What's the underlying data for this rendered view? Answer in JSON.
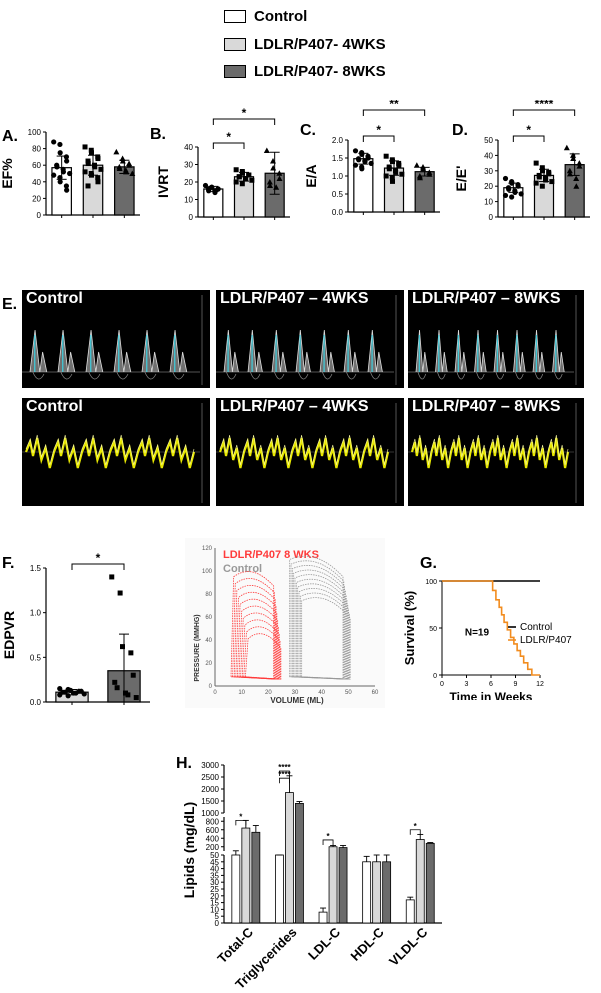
{
  "legend": [
    {
      "label": "Control",
      "color": "#ffffff"
    },
    {
      "label": "LDLR/P407- 4WKS",
      "color": "#d9d9d9"
    },
    {
      "label": "LDLR/P407- 8WKS",
      "color": "#6b6b6b"
    }
  ],
  "colors": {
    "control": "#ffffff",
    "wk4": "#d9d9d9",
    "wk8": "#6b6b6b",
    "pv_red": "#ff3b3b",
    "pv_gray": "#999999",
    "surv_ctrl": "#000000",
    "surv_ldlr": "#f28c1e",
    "echo_yellow": "#e8e800",
    "echo_cyan": "#3fd0e0"
  },
  "panel_letters": {
    "A": "A.",
    "B": "B.",
    "C": "C.",
    "D": "D.",
    "E": "E.",
    "F": "F.",
    "G": "G.",
    "H": "H."
  },
  "echo": {
    "titles_top": [
      "Control",
      "LDLR/P407 – 4WKS",
      "LDLR/P407 – 8WKS"
    ],
    "titles_bottom": [
      "Control",
      "LDLR/P407 – 4WKS",
      "LDLR/P407 – 8WKS"
    ]
  },
  "pv_loop": {
    "legend": [
      "LDLR/P407 8 WKS",
      "Control"
    ],
    "ylabel": "PRESSURE (MMHG)",
    "xlabel": "VOLUME (ML)",
    "yticks": [
      "0",
      "20",
      "40",
      "60",
      "80",
      "100",
      "120"
    ],
    "xticks": [
      "0",
      "10",
      "20",
      "30",
      "40",
      "50",
      "60"
    ]
  },
  "chart_data": [
    {
      "id": "A",
      "type": "bar",
      "ylabel": "EF%",
      "ylim": [
        0,
        100
      ],
      "yticks": [
        "0",
        "20",
        "40",
        "60",
        "80",
        "100"
      ],
      "categories": [
        "Control",
        "LDLR/P407- 4WKS",
        "LDLR/P407- 8WKS"
      ],
      "values": [
        57,
        60,
        58
      ],
      "errors": [
        14,
        12,
        8
      ],
      "points": [
        [
          88,
          85,
          75,
          70,
          65,
          60,
          58,
          55,
          52,
          50,
          48,
          45,
          40,
          35,
          30
        ],
        [
          82,
          78,
          75,
          70,
          68,
          65,
          62,
          60,
          58,
          55,
          52,
          50,
          48,
          45,
          40,
          35
        ],
        [
          76,
          68,
          65,
          62,
          60,
          58,
          56,
          54,
          52,
          50
        ]
      ],
      "markers": [
        "circle",
        "square",
        "triangle"
      ],
      "significance": []
    },
    {
      "id": "B",
      "type": "bar",
      "ylabel": "IVRT",
      "ylim": [
        0,
        40
      ],
      "yticks": [
        "0",
        "10",
        "20",
        "30",
        "40"
      ],
      "categories": [
        "Control",
        "LDLR/P407- 4WKS",
        "LDLR/P407- 8WKS"
      ],
      "values": [
        16,
        23,
        25
      ],
      "errors": [
        1.5,
        2.5,
        12
      ],
      "points": [
        [
          18,
          17,
          17,
          16,
          16,
          16,
          15,
          15,
          14
        ],
        [
          27,
          26,
          25,
          24,
          24,
          23,
          23,
          22,
          22,
          21,
          20,
          19
        ],
        [
          38,
          32,
          28,
          25,
          22,
          20,
          18,
          17
        ]
      ],
      "markers": [
        "circle",
        "square",
        "triangle"
      ],
      "significance": [
        {
          "from": 0,
          "to": 1,
          "label": "*"
        },
        {
          "from": 0,
          "to": 2,
          "label": "*"
        }
      ]
    },
    {
      "id": "C",
      "type": "bar",
      "ylabel": "E/A",
      "ylim": [
        0,
        2.0
      ],
      "yticks": [
        "0.0",
        "0.5",
        "1.0",
        "1.5",
        "2.0"
      ],
      "categories": [
        "Control",
        "LDLR/P407- 4WKS",
        "LDLR/P407- 8WKS"
      ],
      "values": [
        1.48,
        1.22,
        1.12
      ],
      "errors": [
        0.15,
        0.2,
        0.12
      ],
      "points": [
        [
          1.7,
          1.65,
          1.6,
          1.55,
          1.5,
          1.48,
          1.45,
          1.42,
          1.4,
          1.35,
          1.3,
          1.25,
          1.2
        ],
        [
          1.55,
          1.45,
          1.4,
          1.35,
          1.3,
          1.25,
          1.2,
          1.15,
          1.1,
          1.05,
          1.0,
          0.95,
          0.85
        ],
        [
          1.3,
          1.25,
          1.2,
          1.1,
          1.05,
          1.0,
          0.95
        ]
      ],
      "markers": [
        "circle",
        "square",
        "triangle"
      ],
      "significance": [
        {
          "from": 0,
          "to": 1,
          "label": "*"
        },
        {
          "from": 0,
          "to": 2,
          "label": "**"
        }
      ]
    },
    {
      "id": "D",
      "type": "bar",
      "ylabel": "E/E'",
      "ylim": [
        0,
        50
      ],
      "yticks": [
        "0",
        "10",
        "20",
        "30",
        "40",
        "50"
      ],
      "categories": [
        "Control",
        "LDLR/P407- 4WKS",
        "LDLR/P407- 8WKS"
      ],
      "values": [
        19,
        27,
        34
      ],
      "errors": [
        3,
        4,
        7
      ],
      "points": [
        [
          25,
          23,
          22,
          21,
          20,
          19,
          18,
          17,
          16,
          15,
          14,
          13
        ],
        [
          35,
          32,
          30,
          29,
          28,
          27,
          26,
          25,
          24,
          23,
          22,
          20
        ],
        [
          45,
          40,
          38,
          35,
          33,
          30,
          28,
          25,
          20
        ]
      ],
      "markers": [
        "circle",
        "square",
        "triangle"
      ],
      "significance": [
        {
          "from": 0,
          "to": 1,
          "label": "*"
        },
        {
          "from": 0,
          "to": 2,
          "label": "****"
        }
      ]
    },
    {
      "id": "F",
      "type": "bar",
      "ylabel": "EDPVR",
      "ylim": [
        0,
        1.5
      ],
      "yticks": [
        "0.0",
        "0.5",
        "1.0",
        "1.5"
      ],
      "categories": [
        "Control",
        "LDLR/P407"
      ],
      "values": [
        0.11,
        0.35
      ],
      "errors": [
        0.03,
        0.41
      ],
      "points": [
        [
          0.15,
          0.14,
          0.13,
          0.12,
          0.12,
          0.11,
          0.11,
          0.1,
          0.1,
          0.09,
          0.08,
          0.07
        ],
        [
          1.4,
          1.22,
          0.62,
          0.55,
          0.3,
          0.22,
          0.16,
          0.1,
          0.08,
          0.05
        ]
      ],
      "markers": [
        "circle",
        "square"
      ],
      "significance": [
        {
          "from": 0,
          "to": 1,
          "label": "*"
        }
      ]
    },
    {
      "id": "G",
      "type": "line",
      "ylabel": "Survival (%)",
      "xlabel": "Time in Weeks",
      "xlim": [
        0,
        12
      ],
      "ylim": [
        0,
        100
      ],
      "xticks": [
        "0",
        "3",
        "6",
        "9",
        "12"
      ],
      "yticks": [
        "0",
        "50",
        "100"
      ],
      "annotation": "N=19",
      "series": [
        {
          "name": "Control",
          "x": [
            0,
            12
          ],
          "y": [
            100,
            100
          ]
        },
        {
          "name": "LDLR/P407",
          "x": [
            0,
            6.2,
            6.2,
            6.6,
            6.6,
            7.0,
            7.0,
            7.3,
            7.3,
            7.6,
            7.6,
            8.0,
            8.0,
            8.4,
            8.4,
            8.8,
            8.8,
            9.2,
            9.2,
            9.6,
            9.6,
            10.0,
            10.0,
            10.5,
            10.5,
            11.0,
            11.0,
            12.0
          ],
          "y": [
            100,
            100,
            90,
            90,
            80,
            80,
            72,
            72,
            64,
            64,
            56,
            56,
            48,
            48,
            40,
            40,
            33,
            33,
            26,
            26,
            20,
            20,
            13,
            13,
            6,
            6,
            0,
            0
          ]
        }
      ]
    },
    {
      "id": "H",
      "type": "bar",
      "ylabel": "Lipids (mg/dL)",
      "categories": [
        "Total-C",
        "Triglycerides",
        "LDL-C",
        "HDL-C",
        "VLDL-C"
      ],
      "series": [
        {
          "name": "Control",
          "values": [
            95,
            75,
            8,
            45,
            17
          ],
          "errors": [
            10,
            8,
            3,
            4,
            2
          ]
        },
        {
          "name": "LDLR/P407- 4WKS",
          "values": [
            640,
            1850,
            200,
            45,
            370
          ],
          "errors": [
            180,
            700,
            30,
            6,
            120
          ]
        },
        {
          "name": "LDLR/P407- 8WKS",
          "values": [
            540,
            1400,
            180,
            45,
            280
          ],
          "errors": [
            160,
            80,
            50,
            5,
            20
          ]
        }
      ],
      "axis_segments": [
        {
          "yticks": [
            "0",
            "5",
            "10",
            "15",
            "20",
            "25",
            "30",
            "35",
            "40",
            "45",
            "50"
          ],
          "range": [
            0,
            50
          ]
        },
        {
          "yticks": [
            "200",
            "400",
            "600",
            "800"
          ],
          "range": [
            100,
            900
          ]
        },
        {
          "yticks": [
            "1000",
            "1500",
            "2000",
            "2500",
            "3000"
          ],
          "range": [
            1000,
            3000
          ]
        }
      ],
      "significance": [
        {
          "category": 0,
          "label": "*"
        },
        {
          "category": 1,
          "label": "****"
        },
        {
          "category": 1,
          "label": "****"
        },
        {
          "category": 2,
          "label": "*"
        },
        {
          "category": 4,
          "label": "*"
        }
      ]
    }
  ]
}
